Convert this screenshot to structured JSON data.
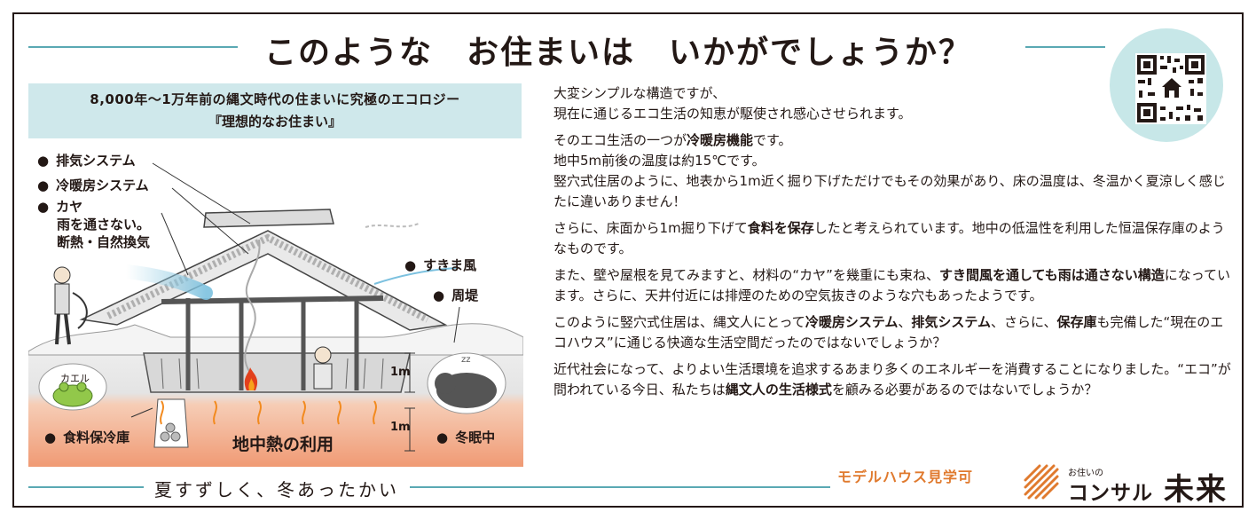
{
  "headline": "このような　お住まいは　いかがでしょうか？",
  "subhead": {
    "line1": "8,000年～1万年前の縄文時代の住まいに究極のエコロジー",
    "line2": "『理想的なお住まい』"
  },
  "diagram": {
    "labels": {
      "exhaust": "排気システム",
      "heating": "冷暖房システム",
      "kaya": "カヤ",
      "kaya_note1": "雨を通さない。",
      "kaya_note2": "断熱・自然換気",
      "draft": "すきま風",
      "embankment": "周堤",
      "frog": "カエル",
      "depth1": "1m",
      "depth2": "1m",
      "food_storage": "食料保冷庫",
      "geothermal": "地中熱の利用",
      "hibernation": "冬眠中"
    }
  },
  "body": {
    "p1a": "大変シンプルな構造ですが、",
    "p1b": "現在に通じるエコ生活の知恵が駆使され感心させられます。",
    "p2a_pre": "そのエコ生活の一つが",
    "p2a_bold": "冷暖房機能",
    "p2a_post": "です。",
    "p2b": "地中5m前後の温度は約15℃です。",
    "p2c": "竪穴式住居のように、地表から1m近く掘り下げただけでもその効果があり、床の温度は、冬温かく夏涼しく感じたに違いありません！",
    "p3_pre": "さらに、床面から1m掘り下げて",
    "p3_bold": "食料を保存",
    "p3_post": "したと考えられています。地中の低温性を利用した恒温保存庫のようなものです。",
    "p4_pre": "また、壁や屋根を見てみますと、材料の“カヤ”を幾重にも束ね、",
    "p4_bold": "すき間風を通しても雨は通さない構造",
    "p4_post": "になっています。さらに、天井付近には排煙のための空気抜きのような穴もあったようです。",
    "p5_pre": "このように竪穴式住居は、縄文人にとって",
    "p5_b1": "冷暖房システム",
    "p5_s1": "、",
    "p5_b2": "排気システム",
    "p5_s2": "、さらに、",
    "p5_b3": "保存庫",
    "p5_post": "も完備した“現在のエコハウス”に通じる快適な生活空間だったのではないでしょうか？",
    "p6_pre": "近代社会になって、よりよい生活環境を追求するあまり多くのエネルギーを消費することになりました。“エコ”が問われている今日、私たちは",
    "p6_bold": "縄文人の生活様式",
    "p6_post": "を顧みる必要があるのではないでしょうか？"
  },
  "footer": {
    "tagline": "夏すずしく、冬あったかい",
    "model_house": "モデルハウス見学可",
    "logo_small": "お住いの",
    "logo_name": "コンサル",
    "logo_kanji": "未来"
  },
  "colors": {
    "accent_line": "#5aa9b3",
    "subhead_bg": "#cfe8eb",
    "qr_bubble": "#c7e7e8",
    "ground_warm": "#f2b08e",
    "model_house_text": "#e07a2e"
  },
  "icons": [
    "qr-code-icon",
    "house-icon",
    "fire-icon",
    "bear-icon",
    "frog-icon",
    "logo-stripes-icon"
  ]
}
